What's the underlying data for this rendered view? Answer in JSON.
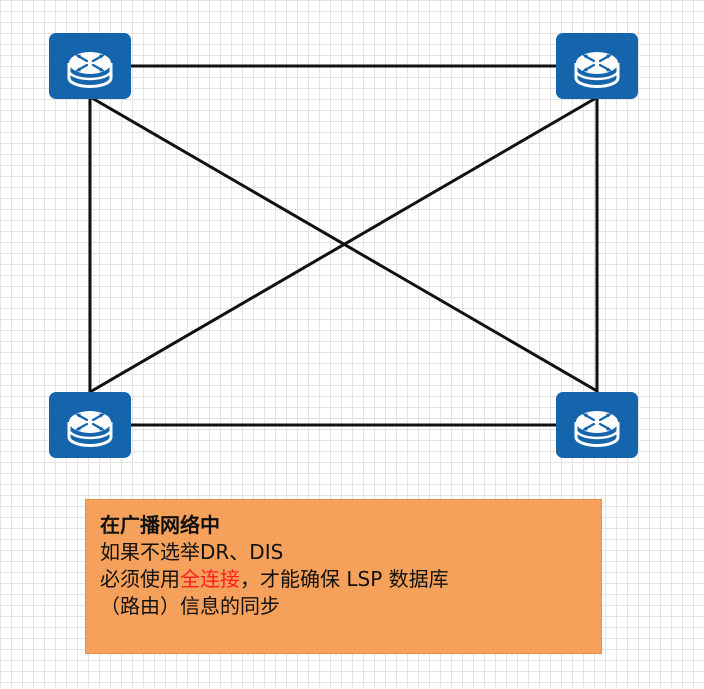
{
  "diagram": {
    "routers": [
      {
        "id": "router-top-left",
        "icon": "router-icon"
      },
      {
        "id": "router-top-right",
        "icon": "router-icon"
      },
      {
        "id": "router-bottom-left",
        "icon": "router-icon"
      },
      {
        "id": "router-bottom-right",
        "icon": "router-icon"
      }
    ],
    "colors": {
      "router_fill": "#1565ad",
      "link": "#111111",
      "note_bg": "#f5a05b",
      "highlight": "#ff1e1e"
    }
  },
  "note": {
    "title": "在广播网络中",
    "line1": "如果不选举DR、DIS",
    "line2_before": "必须使用",
    "line2_highlight": "全连接",
    "line2_after": "，才能确保  LSP 数据库",
    "line3": "（路由）信息的同步"
  }
}
